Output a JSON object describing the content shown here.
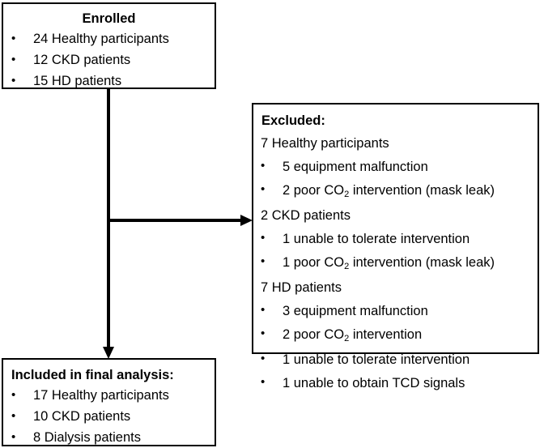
{
  "diagram": {
    "type": "flowchart",
    "title": "Participant enrollment and exclusion flow",
    "colors": {
      "box_border": "#000000",
      "connector": "#000000",
      "text": "#000000",
      "background": "#ffffff"
    },
    "boxes": {
      "enrolled": {
        "title": "Enrolled",
        "title_align": "center",
        "items": [
          {
            "bullet": true,
            "text": "24 Healthy participants"
          },
          {
            "bullet": true,
            "text": "12 CKD patients"
          },
          {
            "bullet": true,
            "text": "15 HD patients"
          }
        ]
      },
      "excluded": {
        "title": "Excluded:",
        "title_align": "left",
        "items": [
          {
            "bullet": false,
            "text": "7 Healthy participants"
          },
          {
            "bullet": true,
            "text": "5 equipment malfunction"
          },
          {
            "bullet": true,
            "text_pre": "2 poor CO",
            "subscript": "2",
            "text_post": " intervention (mask leak)"
          },
          {
            "bullet": false,
            "text": "2 CKD patients"
          },
          {
            "bullet": true,
            "text": "1 unable to tolerate intervention"
          },
          {
            "bullet": true,
            "text_pre": "1 poor CO",
            "subscript": "2",
            "text_post": " intervention (mask leak)"
          },
          {
            "bullet": false,
            "text": "7 HD patients"
          },
          {
            "bullet": true,
            "text": "3 equipment malfunction"
          },
          {
            "bullet": true,
            "text_pre": "2 poor CO",
            "subscript": "2",
            "text_post": " intervention"
          },
          {
            "bullet": true,
            "text": "1 unable to tolerate intervention"
          },
          {
            "bullet": true,
            "text": "1 unable to obtain TCD signals"
          }
        ]
      },
      "included": {
        "title": "Included in final analysis:",
        "title_align": "left",
        "items": [
          {
            "bullet": true,
            "text": "17 Healthy participants"
          },
          {
            "bullet": true,
            "text": "10 CKD patients"
          },
          {
            "bullet": true,
            "text": "8 Dialysis patients"
          }
        ]
      }
    },
    "connectors": [
      {
        "name": "enrolled-to-excluded",
        "from": "enrolled",
        "to": "excluded",
        "direction": "right",
        "arrowhead": true
      },
      {
        "name": "enrolled-to-included",
        "from": "enrolled",
        "to": "included",
        "direction": "down",
        "arrowhead": true
      }
    ]
  }
}
